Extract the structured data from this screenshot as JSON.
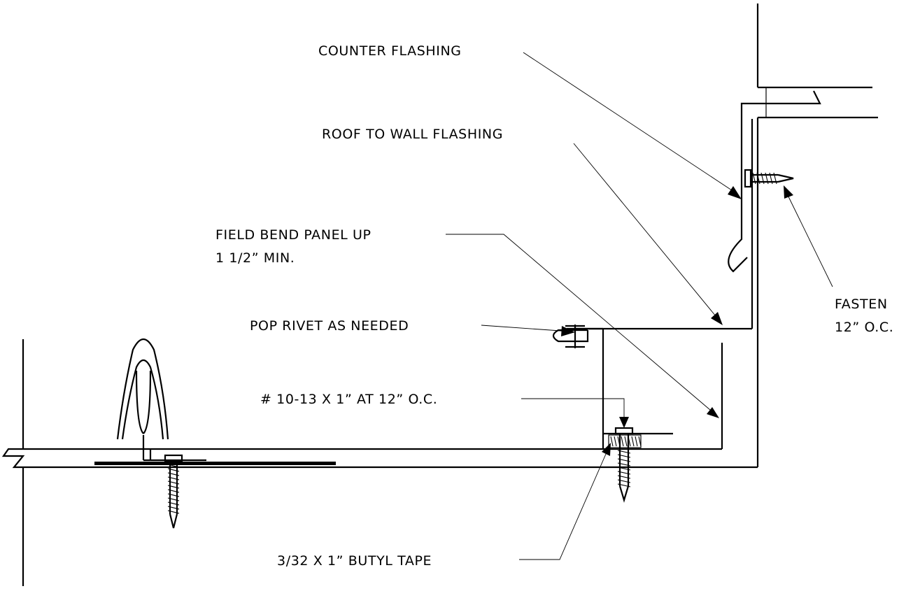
{
  "labels": {
    "counter_flashing": "COUNTER FLASHING",
    "roof_to_wall": "ROOF TO WALL FLASHING",
    "field_bend_1": "FIELD BEND PANEL UP",
    "field_bend_2": "1 1/2” MIN.",
    "pop_rivet": "POP RIVET AS NEEDED",
    "screw_spec": "# 10-13 X 1” AT 12” O.C.",
    "butyl_tape": "3/32 X 1” BUTYL TAPE",
    "fasten_1": "FASTEN",
    "fasten_2": "12” O.C."
  },
  "icons": [
    "screw-icon",
    "pop-rivet-icon",
    "panel-clip-icon"
  ]
}
